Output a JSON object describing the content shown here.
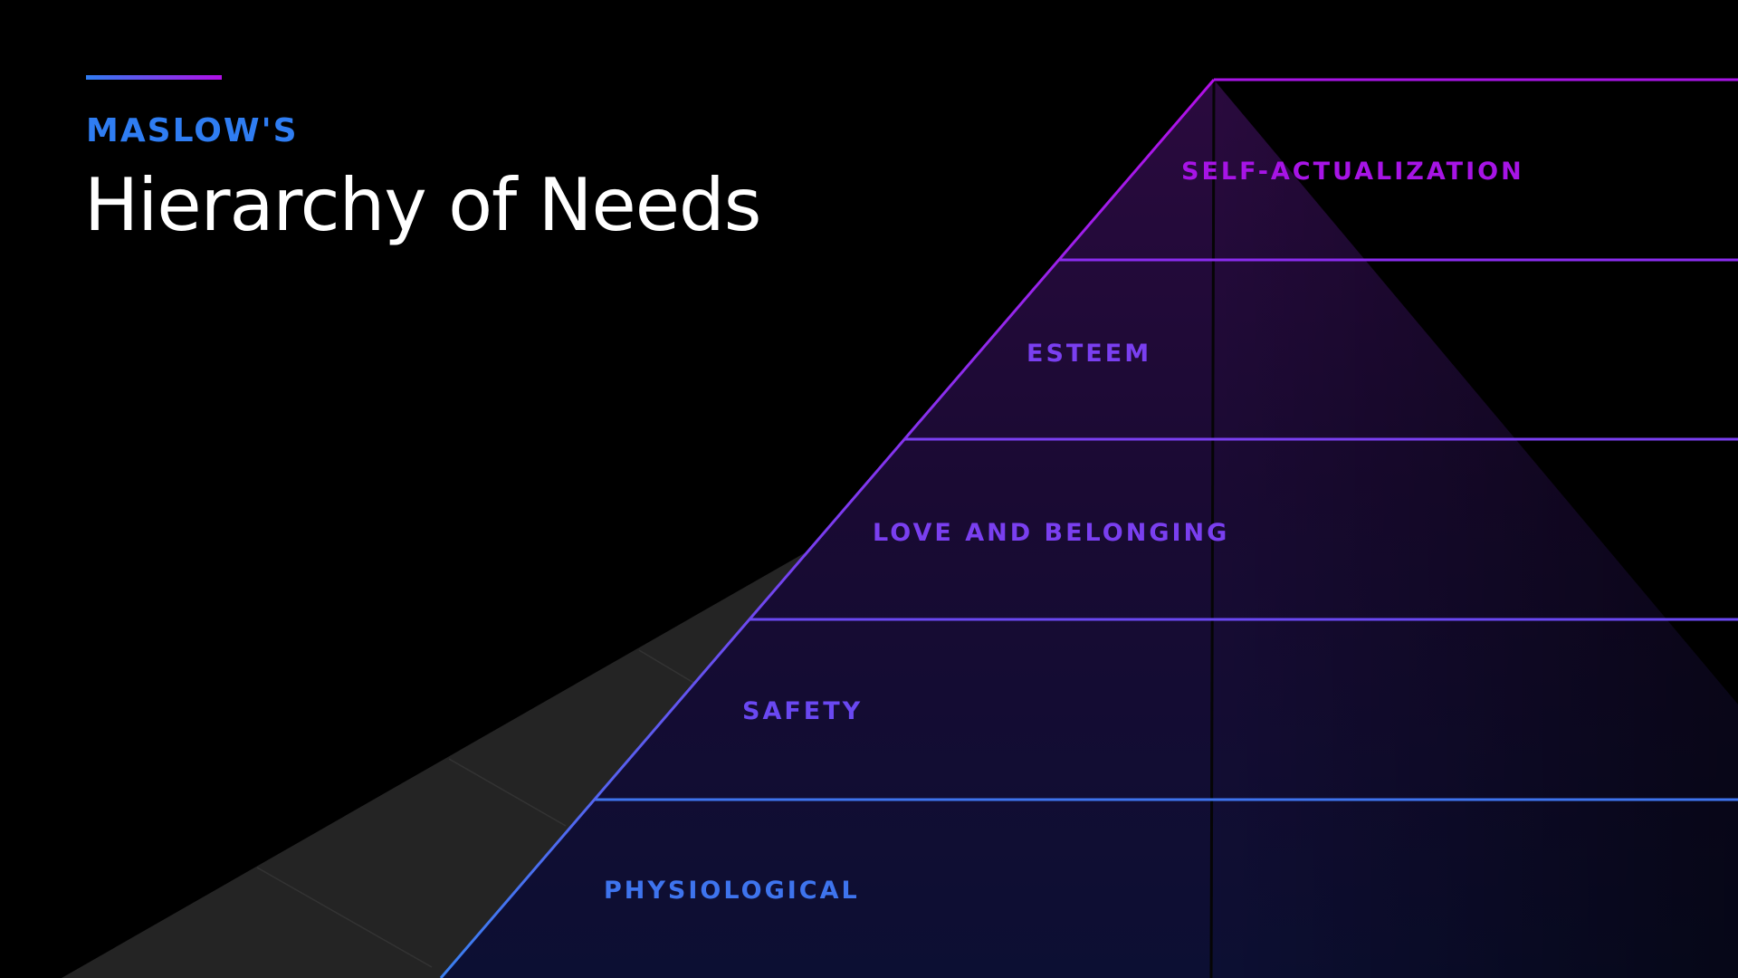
{
  "header": {
    "eyebrow": "MASLOW'S",
    "title": "Hierarchy of Needs"
  },
  "colors": {
    "background": "#000000",
    "accent_blue": "#2f7df2",
    "accent_purple": "#b20fe8",
    "title_text": "#ffffff",
    "shadow": "#242424"
  },
  "pyramid": {
    "tiers": [
      {
        "label": "SELF-ACTUALIZATION",
        "color": "#a714e6"
      },
      {
        "label": "ESTEEM",
        "color": "#7a3ff0"
      },
      {
        "label": "LOVE AND BELONGING",
        "color": "#7a3ff0"
      },
      {
        "label": "SAFETY",
        "color": "#6a48f2"
      },
      {
        "label": "PHYSIOLOGICAL",
        "color": "#3e74ee"
      }
    ]
  }
}
